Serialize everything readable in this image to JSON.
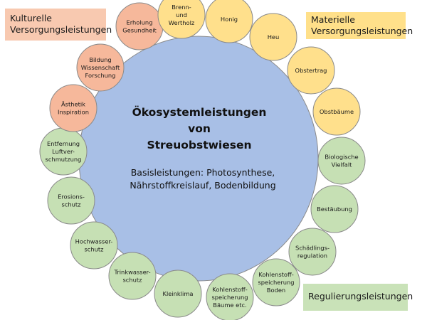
{
  "center": {
    "title": "Ökosystemleistungen\nvon\nStreuobstwiesen",
    "subtitle": "Basisleistungen: Photosynthese,\nNährstoffkreislauf, Bodenbildung"
  },
  "legends": {
    "cultural": {
      "label": "Kulturelle\nVersorgungsleistungen",
      "color": "#F8C9B0"
    },
    "material": {
      "label": "Materielle\nVersorgungsleistungen",
      "color": "#FFE08A"
    },
    "regulating": {
      "label": "Regulierungsleistungen",
      "color": "#C9E2B8"
    }
  },
  "colors": {
    "center_fill": "#A8BFE6",
    "cultural_fill": "#F6B89B",
    "material_fill": "#FFE08C",
    "regulating_fill": "#C6E0B4",
    "stroke": "#8a8a8a"
  },
  "services": [
    {
      "id": "erholung",
      "label": "Erholung\nGesundheit",
      "group": "cultural"
    },
    {
      "id": "brennholz",
      "label": "Brenn-\nund\nWertholz",
      "group": "material"
    },
    {
      "id": "honig",
      "label": "Honig",
      "group": "material"
    },
    {
      "id": "heu",
      "label": "Heu",
      "group": "material"
    },
    {
      "id": "obstertrag",
      "label": "Obstertrag",
      "group": "material"
    },
    {
      "id": "obstbaeume",
      "label": "Obstbäume",
      "group": "material"
    },
    {
      "id": "vielfalt",
      "label": "Biologische\nVielfalt",
      "group": "regulating"
    },
    {
      "id": "bestaeubung",
      "label": "Bestäubung",
      "group": "regulating"
    },
    {
      "id": "schaedlingsregulation",
      "label": "Schädlings-\nregulation",
      "group": "regulating"
    },
    {
      "id": "kohlenstoff-boden",
      "label": "Kohlenstoff-\nspeicherung\nBoden",
      "group": "regulating"
    },
    {
      "id": "kohlenstoff-baeume",
      "label": "Kohlenstoff-\nspeicherung\nBäume etc.",
      "group": "regulating"
    },
    {
      "id": "kleinklima",
      "label": "Kleinklima",
      "group": "regulating"
    },
    {
      "id": "trinkwasserschutz",
      "label": "Trinkwasser-\nschutz",
      "group": "regulating"
    },
    {
      "id": "hochwasserschutz",
      "label": "Hochwasser-\nschutz",
      "group": "regulating"
    },
    {
      "id": "erosionsschutz",
      "label": "Erosions-\nschutz",
      "group": "regulating"
    },
    {
      "id": "luftverschmutzung",
      "label": "Entfernung\nLuftver-\nschmutzung",
      "group": "regulating"
    },
    {
      "id": "aesthetik",
      "label": "Ästhetik\nInspiration",
      "group": "cultural"
    },
    {
      "id": "bildung",
      "label": "Bildung\nWissenschaft\nForschung",
      "group": "cultural"
    }
  ]
}
